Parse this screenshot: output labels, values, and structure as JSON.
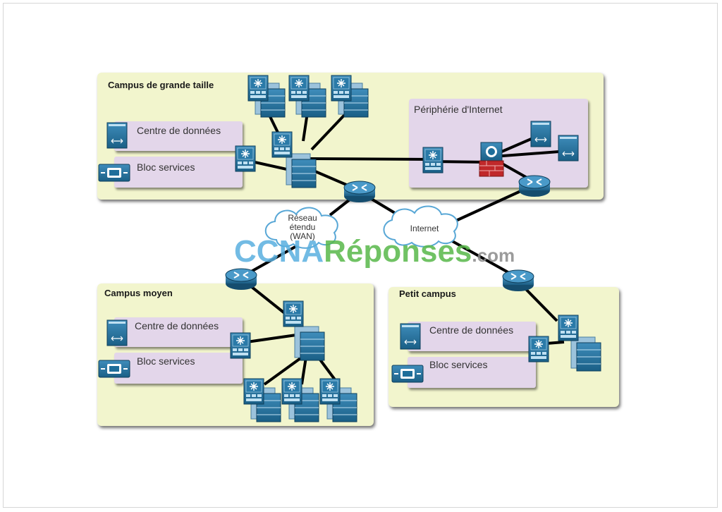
{
  "zones": {
    "large": {
      "title": "Campus de grande taille"
    },
    "medium": {
      "title": "Campus moyen"
    },
    "small": {
      "title": "Petit campus"
    }
  },
  "panels": {
    "large_dc": "Centre de données",
    "large_services": "Bloc services",
    "edge": "Périphérie d'Internet",
    "medium_dc": "Centre de données",
    "medium_services": "Bloc services",
    "small_dc": "Centre de données",
    "small_services": "Bloc services"
  },
  "clouds": {
    "wan_line1": "Réseau",
    "wan_line2": "étendu",
    "wan_line3": "(WAN)",
    "internet": "Internet"
  },
  "watermark": {
    "part1": "CCNA",
    "part2": "Réponses",
    "part3": ".com"
  },
  "colors": {
    "zone_bg": "#f2f5cd",
    "panel_bg": "#e3d6ea",
    "device_blue": "#1f6e9a",
    "link": "#000000",
    "firewall": "#c0282a"
  }
}
